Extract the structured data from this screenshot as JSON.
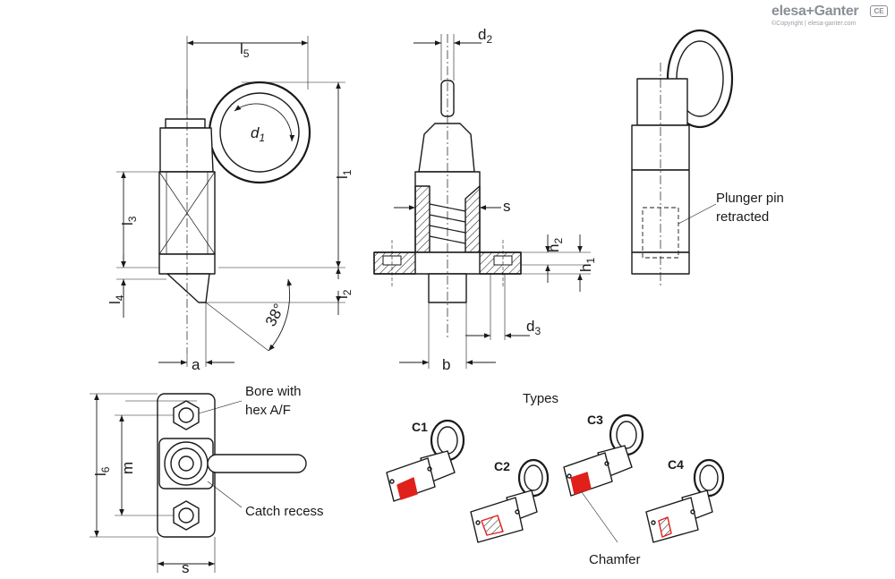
{
  "brand": {
    "name": "elesa+Ganter",
    "copyright": "©Copyright | elesa-ganter.com",
    "badge": "CE"
  },
  "dimensions": {
    "l5": {
      "main": "l",
      "sub": "5"
    },
    "d2": {
      "main": "d",
      "sub": "2"
    },
    "d1": {
      "main": "d",
      "sub": "1"
    },
    "l1": {
      "main": "l",
      "sub": "1"
    },
    "l3": {
      "main": "l",
      "sub": "3"
    },
    "l4": {
      "main": "l",
      "sub": "4"
    },
    "l2": {
      "main": "l",
      "sub": "2"
    },
    "angle": "38°",
    "a": "a",
    "s_side": "s",
    "h2": {
      "main": "h",
      "sub": "2"
    },
    "h1": {
      "main": "h",
      "sub": "1"
    },
    "d3": {
      "main": "d",
      "sub": "3"
    },
    "b": "b",
    "l6": {
      "main": "l",
      "sub": "6"
    },
    "m": "m",
    "s_bottom": "s"
  },
  "notes": {
    "plunger_line1": "Plunger pin",
    "plunger_line2": "retracted",
    "bore_line1": "Bore with",
    "bore_line2": "hex A/F",
    "catch": "Catch recess",
    "types_title": "Types",
    "chamfer": "Chamfer"
  },
  "types": [
    "C1",
    "C2",
    "C3",
    "C4"
  ],
  "colors": {
    "line": "#1a1a1a",
    "accent": "#e0201b",
    "part_fill": "#f4f4f4"
  }
}
